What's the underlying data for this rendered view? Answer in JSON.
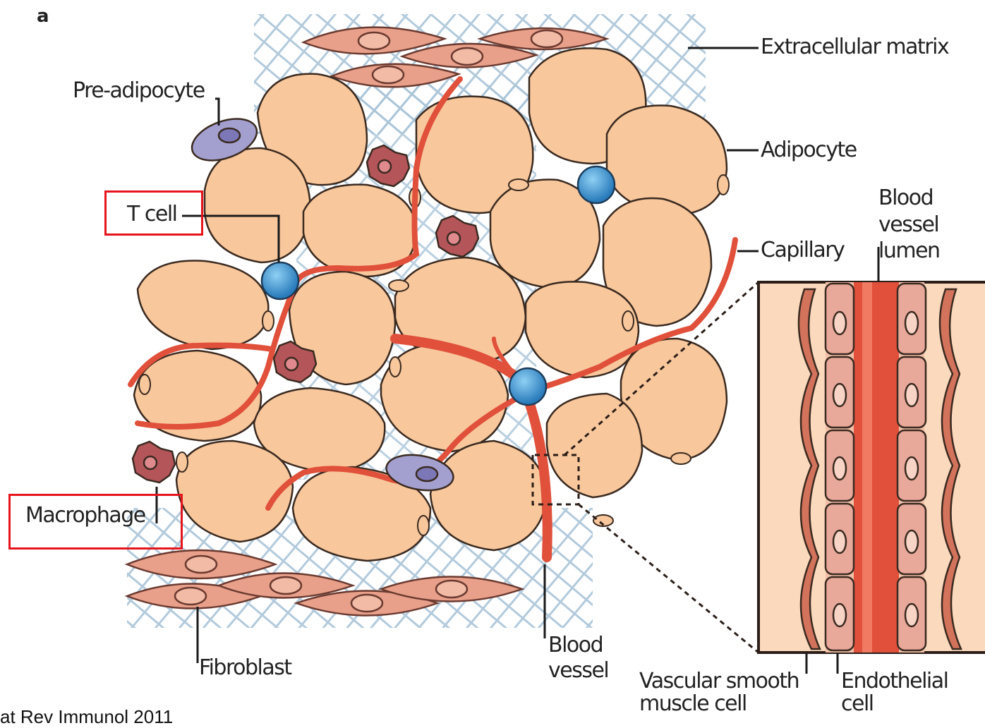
{
  "panel_letter": "a",
  "labels": {
    "extracellular_matrix": "Extracellular matrix",
    "pre_adipocyte": "Pre-adipocyte",
    "adipocyte": "Adipocyte",
    "t_cell": "T cell",
    "blood_vessel_lumen": "Blood\nvessel\nlumen",
    "capillary": "Capillary",
    "macrophage": "Macrophage",
    "fibroblast": "Fibroblast",
    "blood_vessel": "Blood\nvessel",
    "vascular_smooth_muscle_cell": "Vascular smooth\nmuscle cell",
    "endothelial_cell": "Endothelial\ncell"
  },
  "citation": "at Rev Immunol 2011",
  "colors": {
    "adipocyte": "#f8c79c",
    "vessel": "#e0503a",
    "t_cell": "#3b93d0",
    "macrophage": "#b4555a",
    "pre_adipocyte": "#a3a0cf",
    "fibroblast": "#e8a08a",
    "ecm": "#a9c4d8",
    "highlight_box": "#e6141b"
  }
}
